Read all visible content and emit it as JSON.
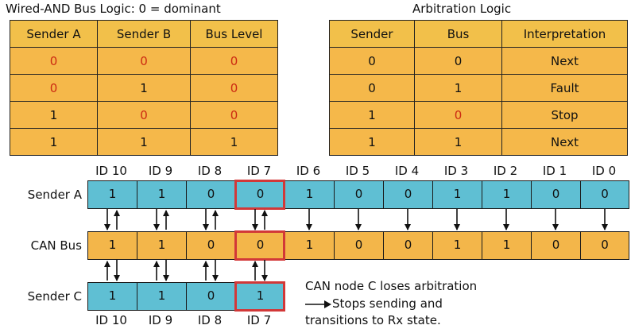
{
  "titles": {
    "wired_and": "Wired-AND Bus Logic: 0 = dominant",
    "arbitration": "Arbitration Logic"
  },
  "wired_and_table": {
    "headers": [
      "Sender A",
      "Sender B",
      "Bus Level"
    ],
    "rows": [
      [
        "0",
        "0",
        "0"
      ],
      [
        "0",
        "1",
        "0"
      ],
      [
        "1",
        "0",
        "0"
      ],
      [
        "1",
        "1",
        "1"
      ]
    ]
  },
  "arbitration_table": {
    "headers": [
      "Sender",
      "Bus",
      "Interpretation"
    ],
    "rows": [
      [
        "0",
        "0",
        "Next"
      ],
      [
        "0",
        "1",
        "Fault"
      ],
      [
        "1",
        "0",
        "Stop"
      ],
      [
        "1",
        "1",
        "Next"
      ]
    ]
  },
  "id_labels": [
    "ID 10",
    "ID 9",
    "ID 8",
    "ID 7",
    "ID 6",
    "ID 5",
    "ID 4",
    "ID 3",
    "ID 2",
    "ID 1",
    "ID 0"
  ],
  "rows": {
    "sender_a": {
      "label": "Sender A",
      "bits": [
        "1",
        "1",
        "0",
        "0",
        "1",
        "0",
        "0",
        "1",
        "1",
        "0",
        "0"
      ]
    },
    "can_bus": {
      "label": "CAN Bus",
      "bits": [
        "1",
        "1",
        "0",
        "0",
        "1",
        "0",
        "0",
        "1",
        "1",
        "0",
        "0"
      ]
    },
    "sender_c": {
      "label": "Sender C",
      "bits": [
        "1",
        "1",
        "0",
        "1"
      ]
    }
  },
  "highlight_column": "ID 7",
  "note": {
    "line1": "CAN node C loses arbitration",
    "line2": "Stops sending and",
    "line3": "transitions to Rx state."
  },
  "colors": {
    "sender_fill": "#5fbfd3",
    "bus_fill": "#f3b64a",
    "header_fill": "#f2c04a",
    "highlight_border": "#d23838",
    "red_zero": "#cc2a12"
  }
}
